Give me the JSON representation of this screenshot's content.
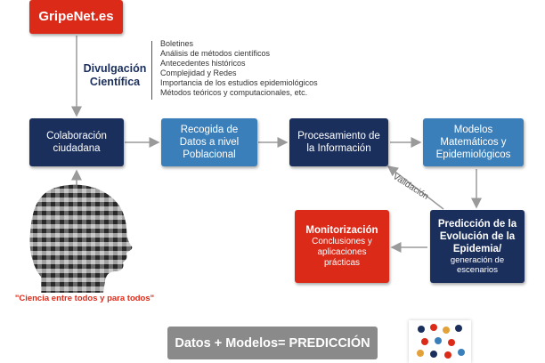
{
  "logo": "GripeNet.es",
  "divulgacion": "Divulgación Científica",
  "topics": [
    "Boletines",
    "Análisis de métodos científicos",
    "Antecedentes históricos",
    "Complejidad y Redes",
    "Importancia de los estudios epidemiológicos",
    "Métodos teóricos y computacionales, etc."
  ],
  "colaboracion": "Colaboración ciudadana",
  "recogida": "Recogida de Datos a nivel Poblacional",
  "procesamiento": "Procesamiento de la Información",
  "modelos": "Modelos Matemáticos y Epidemiológicos",
  "prediccion": {
    "title": "Predicción de la Evolución de la Epidemia/",
    "sub": "generación de escenarios"
  },
  "monitorizacion": {
    "title": "Monitorización",
    "sub": "Conclusiones y aplicaciones prácticas"
  },
  "validacion": "Validación",
  "tagline": "\"Ciencia entre todos y para todos\"",
  "formula": "Datos + Modelos= PREDICCIÓN",
  "colors": {
    "red": "#dc2a19",
    "navy": "#1b2f5c",
    "blue": "#3a7fba",
    "gray": "#8a8a8a"
  }
}
